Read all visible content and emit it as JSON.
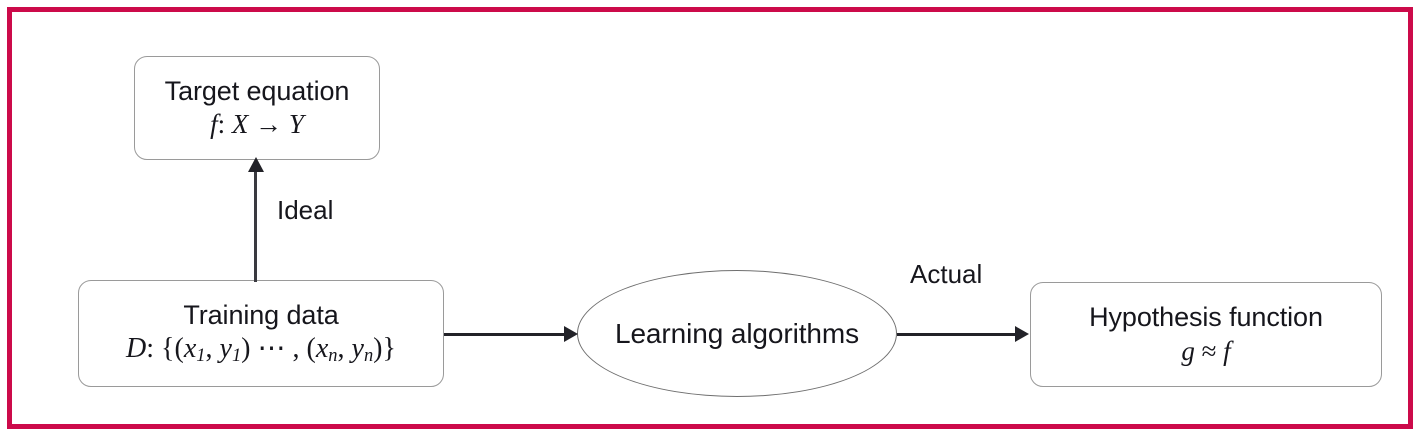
{
  "figure": {
    "border_color": "#CC0A4A",
    "background_color": "#FFFFFF",
    "node_border_color": "#9A9A9A",
    "text_color": "#16161C",
    "arrow_color": "#222228"
  },
  "nodes": {
    "target": {
      "title": "Target equation",
      "formula_f": "f",
      "formula_colon": ":",
      "formula_x": "X",
      "formula_arrow": "→",
      "formula_y": "Y",
      "shape": "rounded-rectangle"
    },
    "training": {
      "title": "Training data",
      "formula_d": "D",
      "formula_colon_brace": ": {(",
      "formula_x1": "x",
      "formula_sub1": "1",
      "formula_comma1": ", ",
      "formula_y1": "y",
      "formula_sub2": "1",
      "formula_mid": ") ⋯ , (",
      "formula_xn": "x",
      "formula_subn1": "n",
      "formula_comma2": ", ",
      "formula_yn": "y",
      "formula_subn2": "n",
      "formula_close": ")}",
      "shape": "rounded-rectangle"
    },
    "learning": {
      "title": "Learning algorithms",
      "shape": "ellipse"
    },
    "hypothesis": {
      "title": "Hypothesis function",
      "formula_g": "g",
      "formula_approx": "≈",
      "formula_f": "f",
      "shape": "rounded-rectangle"
    }
  },
  "edges": {
    "training_to_target": {
      "label": "Ideal",
      "direction": "up"
    },
    "training_to_learning": {
      "label": "",
      "direction": "right"
    },
    "learning_to_hypothesis": {
      "label": "Actual",
      "direction": "right"
    }
  }
}
